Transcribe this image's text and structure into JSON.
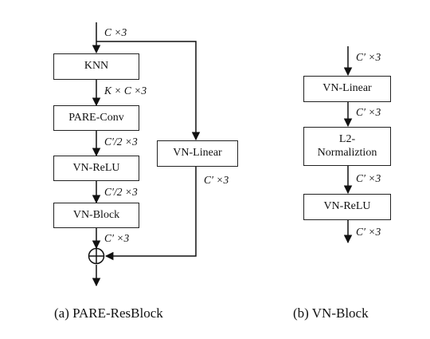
{
  "left_diagram": {
    "boxes": {
      "knn": "KNN",
      "pare_conv": "PARE-Conv",
      "vn_relu": "VN-ReLU",
      "vn_block": "VN-Block",
      "vn_linear": "VN-Linear"
    },
    "labels": {
      "input": "C ×3",
      "after_knn": "K × C ×3",
      "after_pare_conv": "C′/2 ×3",
      "after_vn_relu": "C′/2 ×3",
      "after_vn_block": "C′ ×3",
      "after_vn_linear": "C′ ×3"
    },
    "sum_symbol": "⊕",
    "caption": "(a) PARE-ResBlock"
  },
  "right_diagram": {
    "boxes": {
      "vn_linear": "VN-Linear",
      "l2_norm_line1": "L2-",
      "l2_norm_line2": "Normaliztion",
      "vn_relu": "VN-ReLU"
    },
    "labels": {
      "input": "C′ ×3",
      "after_vn_linear": "C′ ×3",
      "after_l2": "C′ ×3",
      "output": "C′ ×3"
    },
    "caption": "(b) VN-Block"
  }
}
